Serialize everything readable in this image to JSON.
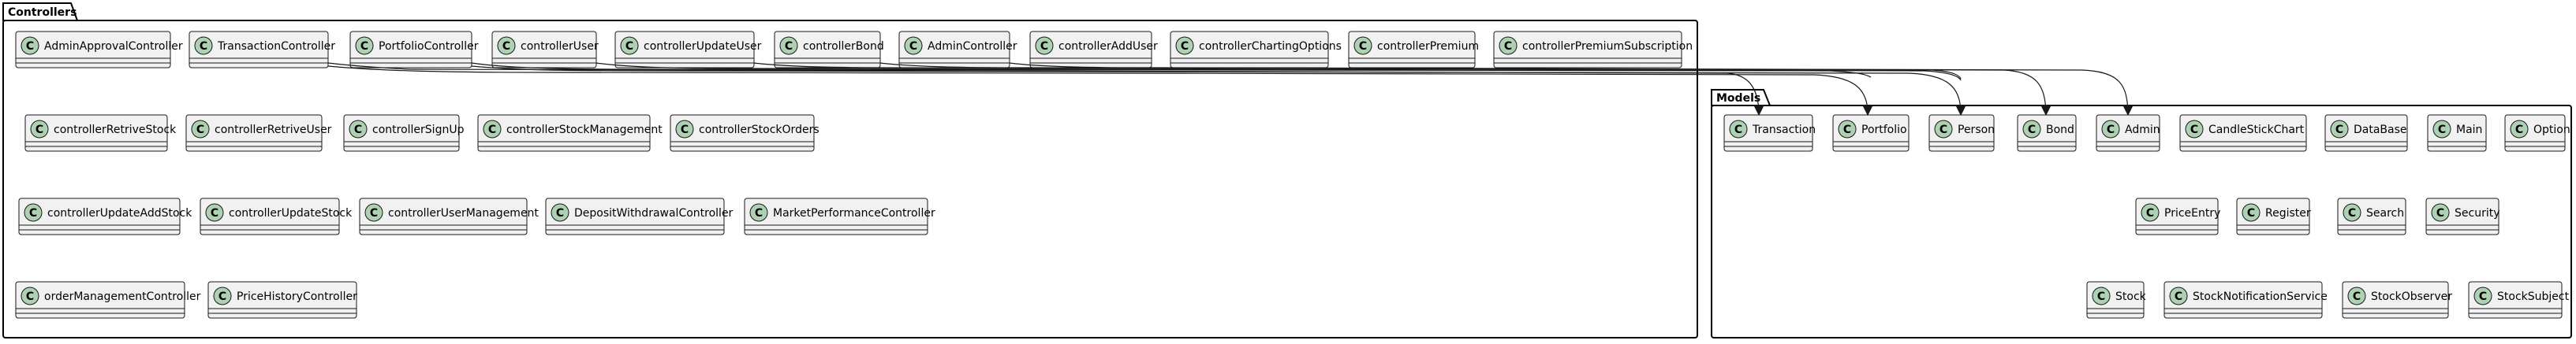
{
  "diagram_type": "uml-class-diagram",
  "packages": [
    {
      "id": "controllers",
      "title": "Controllers",
      "classes": [
        {
          "id": "AdminApprovalController",
          "name": "AdminApprovalController"
        },
        {
          "id": "TransactionController",
          "name": "TransactionController"
        },
        {
          "id": "PortfolioController",
          "name": "PortfolioController"
        },
        {
          "id": "controllerUser",
          "name": "controllerUser"
        },
        {
          "id": "controllerUpdateUser",
          "name": "controllerUpdateUser"
        },
        {
          "id": "controllerBond",
          "name": "controllerBond"
        },
        {
          "id": "AdminController",
          "name": "AdminController"
        },
        {
          "id": "controllerAddUser",
          "name": "controllerAddUser"
        },
        {
          "id": "controllerChartingOptions",
          "name": "controllerChartingOptions"
        },
        {
          "id": "controllerPremium",
          "name": "controllerPremium"
        },
        {
          "id": "controllerPremiumSubscription",
          "name": "controllerPremiumSubscription"
        },
        {
          "id": "controllerRetriveStock",
          "name": "controllerRetriveStock"
        },
        {
          "id": "controllerRetriveUser",
          "name": "controllerRetriveUser"
        },
        {
          "id": "controllerSignUp",
          "name": "controllerSignUp"
        },
        {
          "id": "controllerStockManagement",
          "name": "controllerStockManagement"
        },
        {
          "id": "controllerStockOrders",
          "name": "controllerStockOrders"
        },
        {
          "id": "controllerUpdateAddStock",
          "name": "controllerUpdateAddStock"
        },
        {
          "id": "controllerUpdateStock",
          "name": "controllerUpdateStock"
        },
        {
          "id": "controllerUserManagement",
          "name": "controllerUserManagement"
        },
        {
          "id": "DepositWithdrawalController",
          "name": "DepositWithdrawalController"
        },
        {
          "id": "MarketPerformanceController",
          "name": "MarketPerformanceController"
        },
        {
          "id": "orderManagementController",
          "name": "orderManagementController"
        },
        {
          "id": "PriceHistoryController",
          "name": "PriceHistoryController"
        }
      ]
    },
    {
      "id": "models",
      "title": "Models",
      "classes": [
        {
          "id": "Transaction",
          "name": "Transaction"
        },
        {
          "id": "Portfolio",
          "name": "Portfolio"
        },
        {
          "id": "Person",
          "name": "Person"
        },
        {
          "id": "Bond",
          "name": "Bond"
        },
        {
          "id": "Admin",
          "name": "Admin"
        },
        {
          "id": "CandleStickChart",
          "name": "CandleStickChart"
        },
        {
          "id": "DataBase",
          "name": "DataBase"
        },
        {
          "id": "Main",
          "name": "Main"
        },
        {
          "id": "Option",
          "name": "Option"
        },
        {
          "id": "PriceEntry",
          "name": "PriceEntry"
        },
        {
          "id": "Register",
          "name": "Register"
        },
        {
          "id": "Search",
          "name": "Search"
        },
        {
          "id": "Security",
          "name": "Security"
        },
        {
          "id": "Stock",
          "name": "Stock"
        },
        {
          "id": "StockNotificationService",
          "name": "StockNotificationService"
        },
        {
          "id": "StockObserver",
          "name": "StockObserver"
        },
        {
          "id": "StockSubject",
          "name": "StockSubject"
        }
      ]
    }
  ],
  "class_stereotype_letter": "C",
  "relations": [
    {
      "from": "TransactionController",
      "to": "Transaction"
    },
    {
      "from": "TransactionController",
      "to": "Portfolio"
    },
    {
      "from": "PortfolioController",
      "to": "Portfolio"
    },
    {
      "from": "PortfolioController",
      "to": "Person"
    },
    {
      "from": "controllerUser",
      "to": "Person"
    },
    {
      "from": "controllerUpdateUser",
      "to": "Person"
    },
    {
      "from": "controllerBond",
      "to": "Bond"
    },
    {
      "from": "AdminController",
      "to": "Admin"
    }
  ],
  "colors": {
    "class_fill": "#f1f1f1",
    "class_border": "#181818",
    "class_badge": "#add1b2",
    "package_border": "#000000",
    "line": "#181818"
  }
}
